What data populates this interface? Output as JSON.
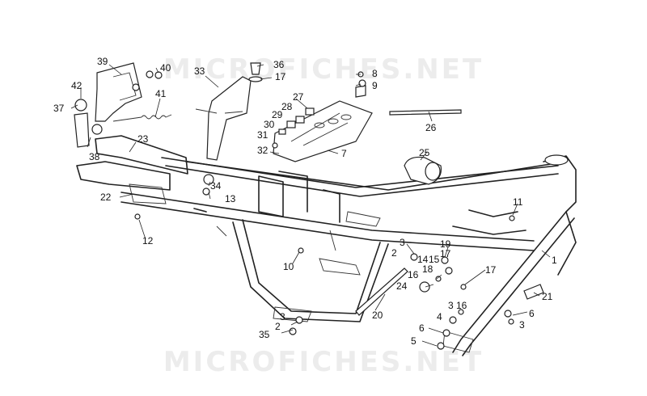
{
  "watermark": {
    "top": "MICROFICHES.NET",
    "bottom": "MICROFICHES.NET"
  },
  "callouts": [
    "1",
    "2",
    "3",
    "4",
    "5",
    "6",
    "7",
    "8",
    "9",
    "10",
    "11",
    "12",
    "13",
    "14",
    "15",
    "16",
    "17",
    "18",
    "19",
    "20",
    "21",
    "22",
    "23",
    "24",
    "25",
    "26",
    "27",
    "28",
    "29",
    "30",
    "31",
    "32",
    "33",
    "34",
    "35",
    "36",
    "37",
    "38",
    "39",
    "40",
    "41",
    "42"
  ],
  "labels": [
    {
      "id": "39",
      "text": "39"
    },
    {
      "id": "40",
      "text": "40"
    },
    {
      "id": "33",
      "text": "33"
    },
    {
      "id": "36",
      "text": "36"
    },
    {
      "id": "17a",
      "text": "17"
    },
    {
      "id": "8",
      "text": "8"
    },
    {
      "id": "9",
      "text": "9"
    },
    {
      "id": "42",
      "text": "42"
    },
    {
      "id": "41",
      "text": "41"
    },
    {
      "id": "37",
      "text": "37"
    },
    {
      "id": "27",
      "text": "27"
    },
    {
      "id": "28",
      "text": "28"
    },
    {
      "id": "29",
      "text": "29"
    },
    {
      "id": "30",
      "text": "30"
    },
    {
      "id": "31",
      "text": "31"
    },
    {
      "id": "26",
      "text": "26"
    },
    {
      "id": "38",
      "text": "38"
    },
    {
      "id": "23",
      "text": "23"
    },
    {
      "id": "32",
      "text": "32"
    },
    {
      "id": "7",
      "text": "7"
    },
    {
      "id": "25",
      "text": "25"
    },
    {
      "id": "34",
      "text": "34"
    },
    {
      "id": "22",
      "text": "22"
    },
    {
      "id": "13",
      "text": "13"
    },
    {
      "id": "11",
      "text": "11"
    },
    {
      "id": "12",
      "text": "12"
    },
    {
      "id": "3a",
      "text": "3"
    },
    {
      "id": "19",
      "text": "19"
    },
    {
      "id": "2a",
      "text": "2"
    },
    {
      "id": "14",
      "text": "14"
    },
    {
      "id": "15",
      "text": "15"
    },
    {
      "id": "17b",
      "text": "17"
    },
    {
      "id": "10",
      "text": "10"
    },
    {
      "id": "1",
      "text": "1"
    },
    {
      "id": "16a",
      "text": "16"
    },
    {
      "id": "18",
      "text": "18"
    },
    {
      "id": "17c",
      "text": "17"
    },
    {
      "id": "24",
      "text": "24"
    },
    {
      "id": "21",
      "text": "21"
    },
    {
      "id": "20",
      "text": "20"
    },
    {
      "id": "3b",
      "text": "3"
    },
    {
      "id": "16b",
      "text": "16"
    },
    {
      "id": "4",
      "text": "4"
    },
    {
      "id": "6a",
      "text": "6"
    },
    {
      "id": "3c",
      "text": "3"
    },
    {
      "id": "2b",
      "text": "2"
    },
    {
      "id": "3d",
      "text": "3"
    },
    {
      "id": "6b",
      "text": "6"
    },
    {
      "id": "35",
      "text": "35"
    },
    {
      "id": "5",
      "text": "5"
    }
  ]
}
